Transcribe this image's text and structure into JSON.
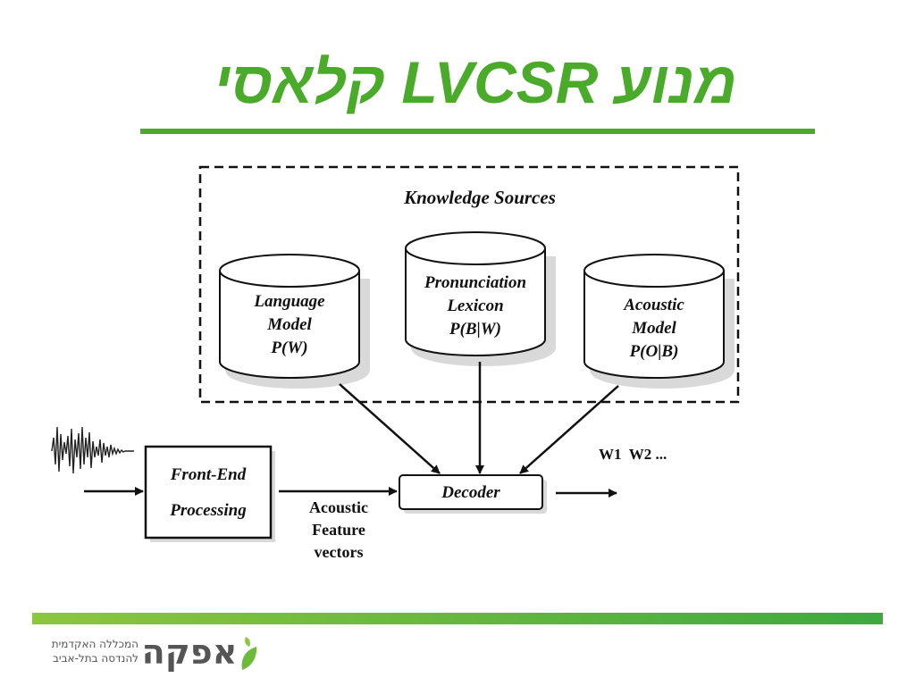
{
  "title": "מנוע LVCSR קלאסי",
  "diagram": {
    "knowledge_sources_label": "Knowledge Sources",
    "language_model": [
      "Language",
      "Model",
      "P(W)"
    ],
    "pronunciation_lexicon": [
      "Pronunciation",
      "Lexicon",
      "P(B|W)"
    ],
    "acoustic_model": [
      "Acoustic",
      "Model",
      "P(O|B)"
    ],
    "front_end": [
      "Front-End",
      "Processing"
    ],
    "decoder": "Decoder",
    "feature_vectors": [
      "Acoustic",
      "Feature",
      "vectors"
    ],
    "output": "W1  W2 ..."
  },
  "footer": {
    "logo_name": "אפקה",
    "logo_line1": "המכללה האקדמית",
    "logo_line2": "להנדסה בתל-אביב"
  },
  "colors": {
    "title_green": "#4aaa2a",
    "footer_bar_start": "#8dc63f",
    "footer_bar_end": "#3daa3d",
    "logo_gray": "#555555"
  }
}
